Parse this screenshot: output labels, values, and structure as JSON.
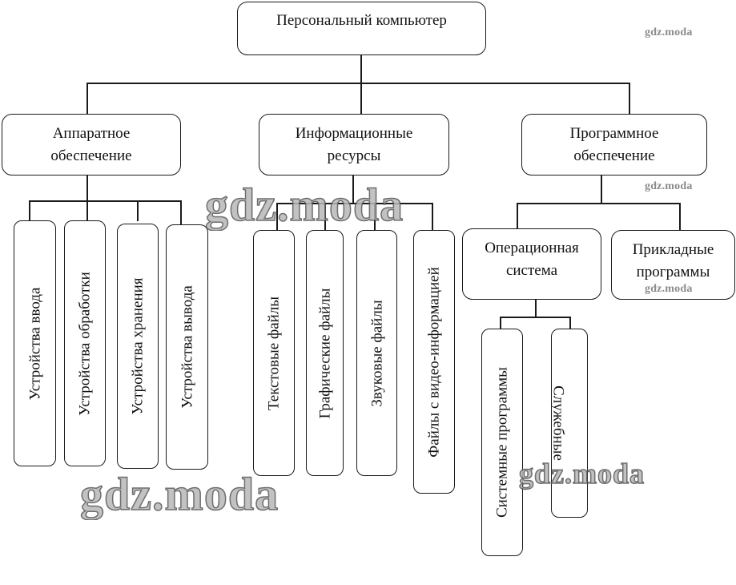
{
  "diagram": {
    "root": {
      "label": "Персональный компьютер"
    },
    "branches": [
      {
        "label": "Аппаратное\nобеспечение",
        "children": [
          {
            "label": "Устройства ввода"
          },
          {
            "label": "Устройства обработки"
          },
          {
            "label": "Устройства хранения"
          },
          {
            "label": "Устройства вывода"
          }
        ]
      },
      {
        "label": "Информационные\nресурсы",
        "children": [
          {
            "label": "Текстовые файлы"
          },
          {
            "label": "Графические файлы"
          },
          {
            "label": "Звуковые файлы"
          },
          {
            "label": "Файлы с видео-информацией"
          }
        ]
      },
      {
        "label": "Программное\nобеспечение",
        "children": [
          {
            "label": "Операционная\nсистема",
            "children": [
              {
                "label": "Системные программы"
              },
              {
                "label": "Служебные"
              }
            ]
          },
          {
            "label": "Прикладные\nпрограммы"
          }
        ]
      }
    ]
  },
  "watermarks": {
    "small": "gdz.moda",
    "big": "gdz.moda"
  }
}
